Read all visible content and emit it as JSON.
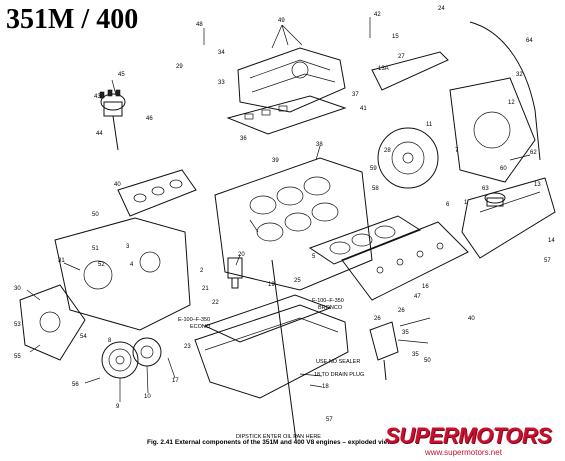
{
  "title": "351M / 400",
  "caption": "Fig. 2.41 External components of the 351M and 400 V8 engines – exploded view",
  "notes": {
    "econo": "E-100–F-350",
    "econo2": "ECONO",
    "bronco": "F-100–F-350",
    "bronco2": "BRONCO",
    "no_sealer": "USE NO SEALER",
    "drain_plug": "18 TO DRAIN PLUG",
    "dipstick": "DIPSTICK ENTER OIL PAN HERE"
  },
  "watermark": {
    "brand": "SUPERMOTORS",
    "url": "www.supermotors.net",
    "color": "#c8102e"
  },
  "callouts": [
    {
      "id": "c48",
      "text": "48"
    },
    {
      "id": "c49",
      "text": "49"
    },
    {
      "id": "c42",
      "text": "42"
    },
    {
      "id": "c24",
      "text": "24"
    },
    {
      "id": "c15",
      "text": "15"
    },
    {
      "id": "c27",
      "text": "27"
    },
    {
      "id": "c64",
      "text": "64"
    },
    {
      "id": "c34",
      "text": "34"
    },
    {
      "id": "c29",
      "text": "29"
    },
    {
      "id": "c33",
      "text": "33"
    },
    {
      "id": "c13a",
      "text": "13A"
    },
    {
      "id": "c32",
      "text": "32"
    },
    {
      "id": "c45",
      "text": "45"
    },
    {
      "id": "c43",
      "text": "43"
    },
    {
      "id": "c46",
      "text": "46"
    },
    {
      "id": "c44",
      "text": "44"
    },
    {
      "id": "c37",
      "text": "37"
    },
    {
      "id": "c12",
      "text": "12"
    },
    {
      "id": "c41",
      "text": "41"
    },
    {
      "id": "c11",
      "text": "11"
    },
    {
      "id": "c7",
      "text": "7"
    },
    {
      "id": "c36",
      "text": "36"
    },
    {
      "id": "c38",
      "text": "38"
    },
    {
      "id": "c28",
      "text": "28"
    },
    {
      "id": "c39",
      "text": "39"
    },
    {
      "id": "c62",
      "text": "62"
    },
    {
      "id": "c59",
      "text": "59"
    },
    {
      "id": "c60",
      "text": "60"
    },
    {
      "id": "c40",
      "text": "40"
    },
    {
      "id": "c58",
      "text": "58"
    },
    {
      "id": "c63",
      "text": "63"
    },
    {
      "id": "c13",
      "text": "13"
    },
    {
      "id": "c50",
      "text": "50"
    },
    {
      "id": "c6",
      "text": "6"
    },
    {
      "id": "c1",
      "text": "1"
    },
    {
      "id": "c14",
      "text": "14"
    },
    {
      "id": "c51",
      "text": "51"
    },
    {
      "id": "c3",
      "text": "3"
    },
    {
      "id": "c5",
      "text": "5"
    },
    {
      "id": "c31",
      "text": "31"
    },
    {
      "id": "c52",
      "text": "52"
    },
    {
      "id": "c4",
      "text": "4"
    },
    {
      "id": "c57",
      "text": "57"
    },
    {
      "id": "c30",
      "text": "30"
    },
    {
      "id": "c2",
      "text": "2"
    },
    {
      "id": "c20",
      "text": "20"
    },
    {
      "id": "c19",
      "text": "19"
    },
    {
      "id": "c16",
      "text": "16"
    },
    {
      "id": "c47",
      "text": "47"
    },
    {
      "id": "c21",
      "text": "21"
    },
    {
      "id": "c22",
      "text": "22"
    },
    {
      "id": "c25",
      "text": "25"
    },
    {
      "id": "c23",
      "text": "23"
    },
    {
      "id": "c53",
      "text": "53"
    },
    {
      "id": "c54",
      "text": "54"
    },
    {
      "id": "c26",
      "text": "26"
    },
    {
      "id": "c8",
      "text": "8"
    },
    {
      "id": "c35",
      "text": "35"
    },
    {
      "id": "c55",
      "text": "55"
    },
    {
      "id": "c10",
      "text": "10"
    },
    {
      "id": "c17",
      "text": "17"
    },
    {
      "id": "c56",
      "text": "56"
    },
    {
      "id": "c9",
      "text": "9"
    },
    {
      "id": "c18",
      "text": "18"
    },
    {
      "id": "c57b",
      "text": "57"
    },
    {
      "id": "c40b",
      "text": "40"
    },
    {
      "id": "c50b",
      "text": "50"
    },
    {
      "id": "c35b",
      "text": "35"
    },
    {
      "id": "c26b",
      "text": "26"
    }
  ]
}
